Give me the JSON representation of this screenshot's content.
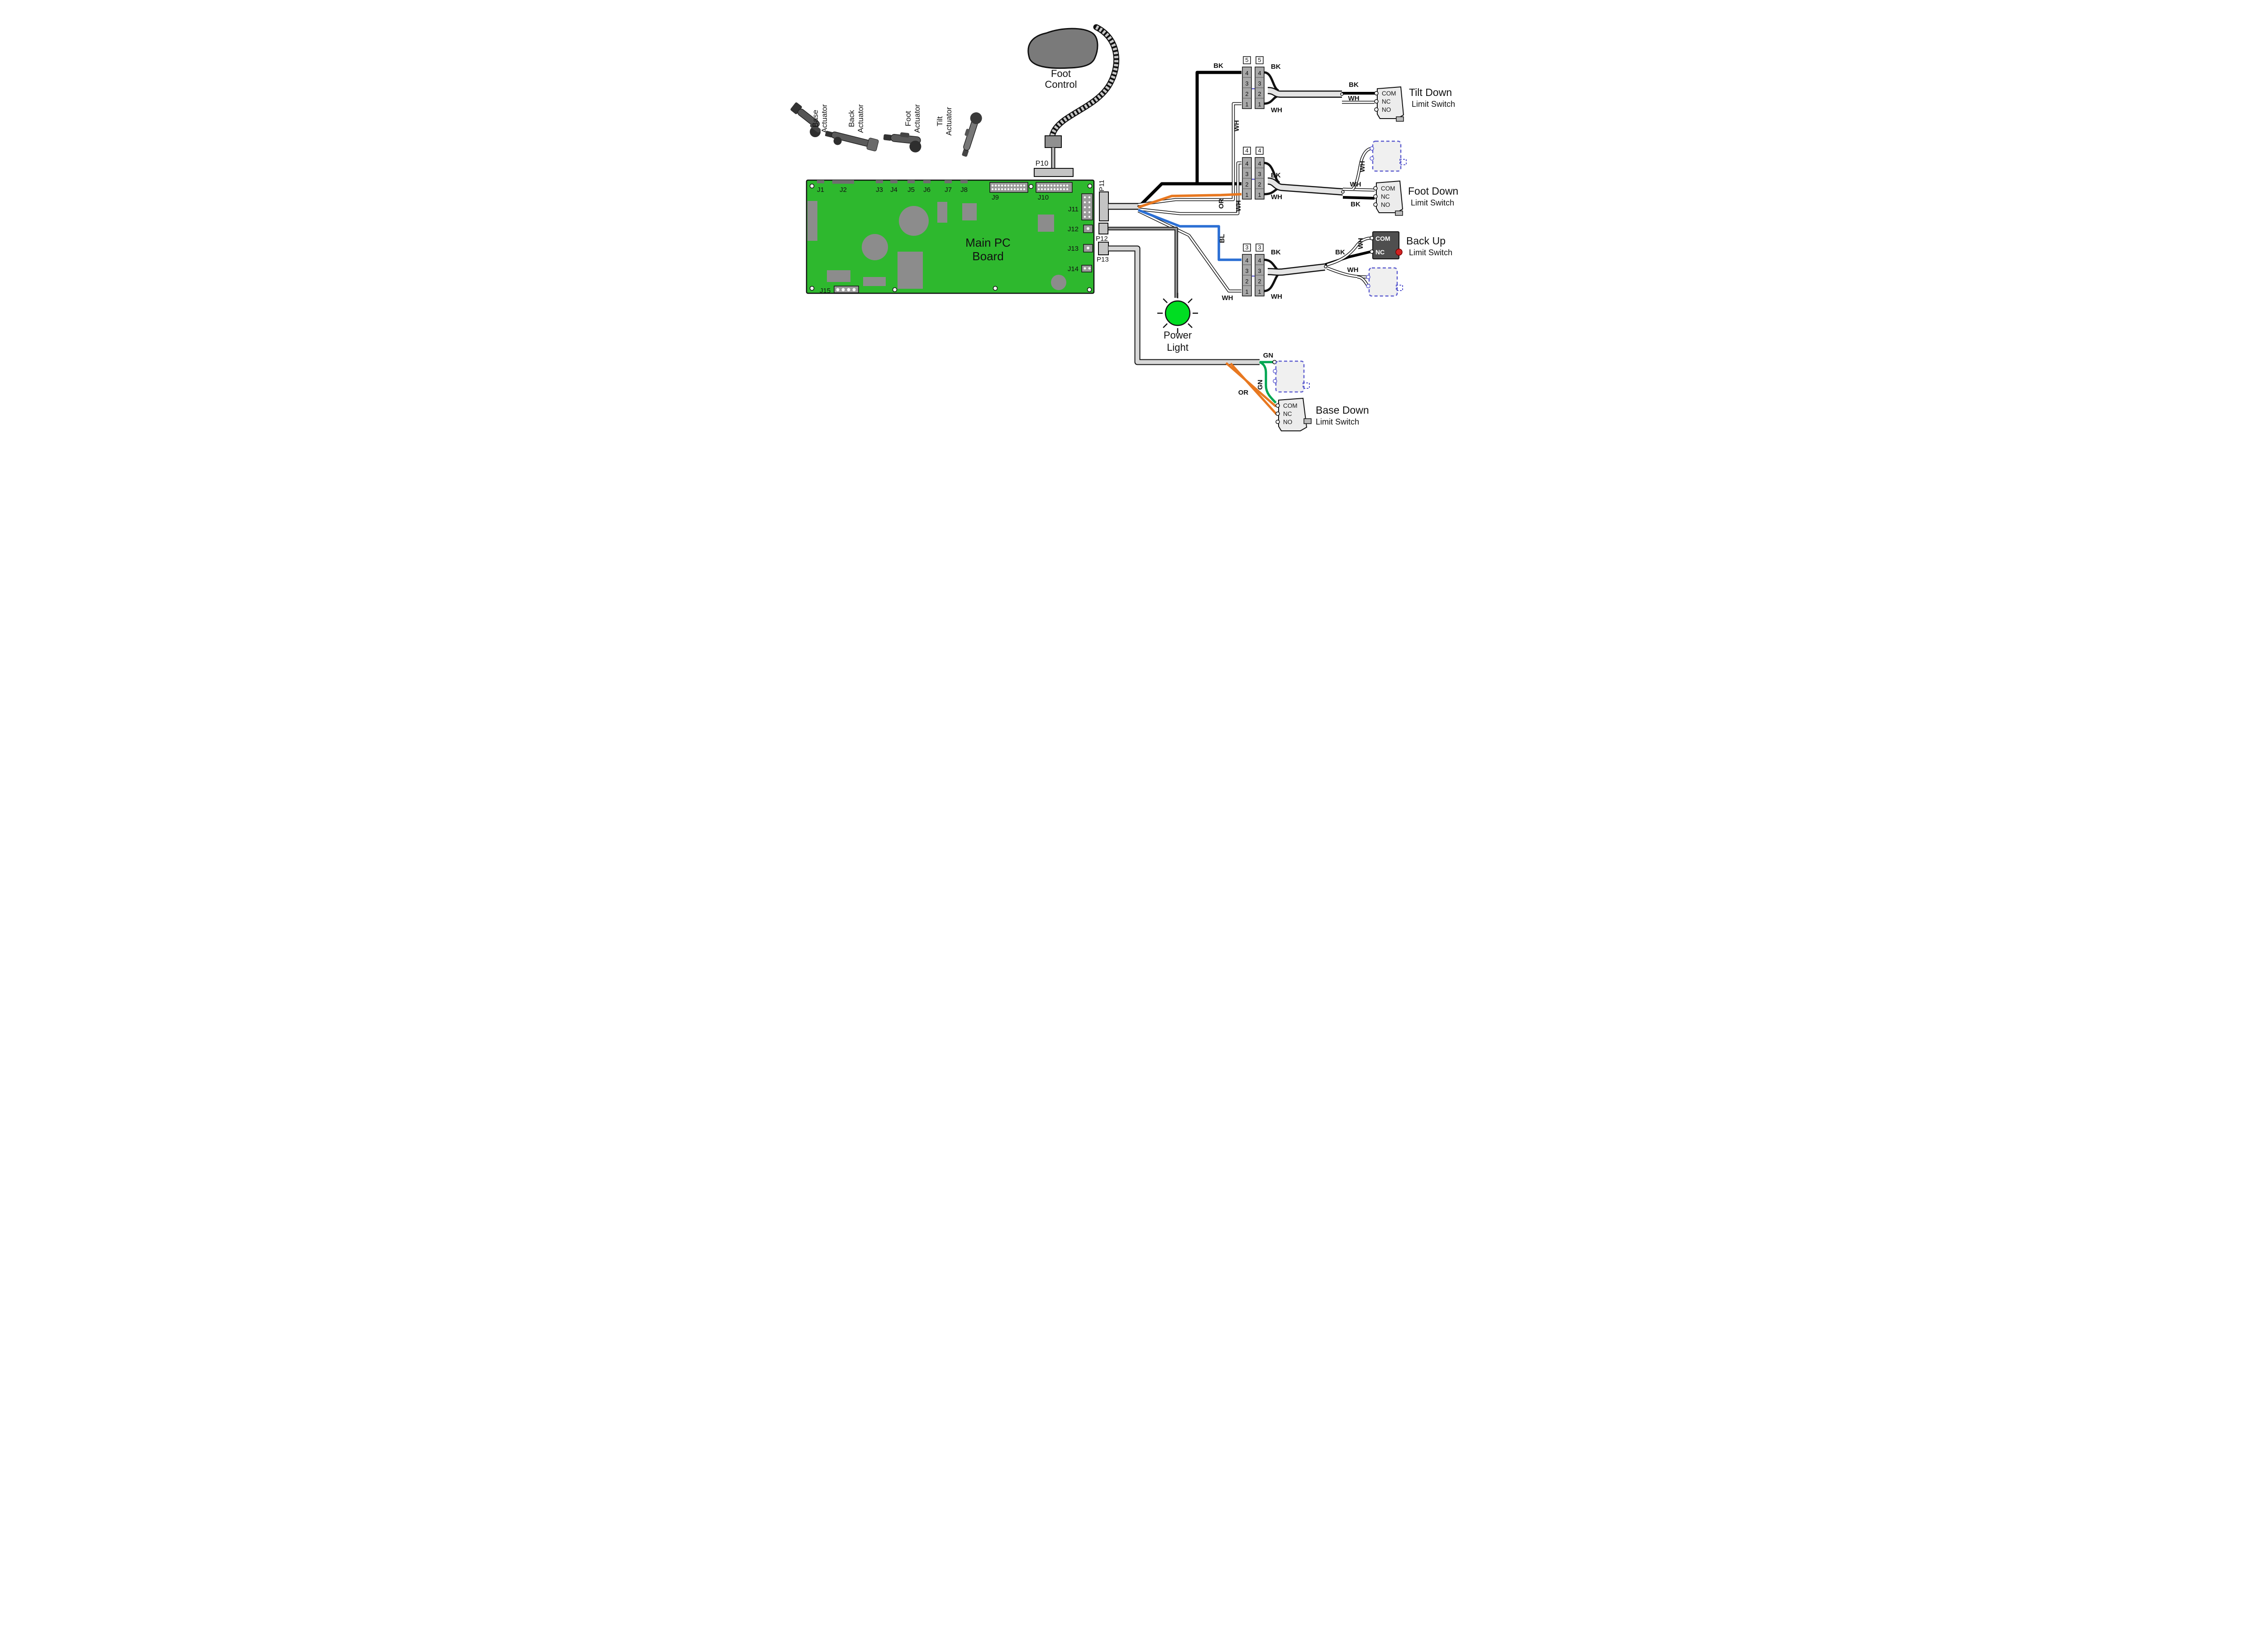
{
  "diagram": {
    "actuators": [
      {
        "line1": "Base",
        "line2": "Actuator"
      },
      {
        "line1": "Back",
        "line2": "Actuator"
      },
      {
        "line1": "Foot",
        "line2": "Actuator"
      },
      {
        "line1": "Tilt",
        "line2": "Actuator"
      }
    ],
    "foot_control": {
      "line1": "Foot",
      "line2": "Control",
      "plug": "P10"
    },
    "board": {
      "title_line1": "Main PC",
      "title_line2": "Board",
      "jacks_top": [
        "J1",
        "J2",
        "J3",
        "J4",
        "J5",
        "J6",
        "J7",
        "J8"
      ],
      "headers": [
        "J9",
        "J10"
      ],
      "right_jacks": [
        "J11",
        "J12",
        "J13",
        "J14"
      ],
      "bottom_jack": "J15",
      "plugs": [
        "P11",
        "P12",
        "P13"
      ]
    },
    "power_light": {
      "line1": "Power",
      "line2": "Light"
    },
    "wire_codes": {
      "bk": "BK",
      "wh": "WH",
      "or": "OR",
      "bl": "BL",
      "gn": "GN"
    },
    "connector_groups": [
      {
        "tag": "5",
        "pins": [
          "4",
          "3",
          "2",
          "1"
        ]
      },
      {
        "tag": "4",
        "pins": [
          "4",
          "3",
          "2",
          "1"
        ]
      },
      {
        "tag": "3",
        "pins": [
          "4",
          "3",
          "2",
          "1"
        ]
      }
    ],
    "switches": {
      "tilt_down": {
        "name": "Tilt Down",
        "type": "Limit Switch",
        "terminals": [
          "COM",
          "NC",
          "NO"
        ]
      },
      "foot_down": {
        "name": "Foot Down",
        "type": "Limit Switch",
        "terminals": [
          "COM",
          "NC",
          "NO"
        ]
      },
      "back_up": {
        "name": "Back Up",
        "type": "Limit Switch",
        "terminals": [
          "COM",
          "NC"
        ]
      },
      "base_down": {
        "name": "Base Down",
        "type": "Limit Switch",
        "terminals": [
          "COM",
          "NC",
          "NO"
        ]
      }
    },
    "colors": {
      "board_green": "#2eb82e",
      "power_light_green": "#00dd22",
      "wire_black": "#000000",
      "wire_white": "#ffffff",
      "wire_orange": "#e87820",
      "wire_blue": "#2b6fd4",
      "wire_green": "#00a651",
      "ghost_blue": "#5c5ccf"
    }
  }
}
